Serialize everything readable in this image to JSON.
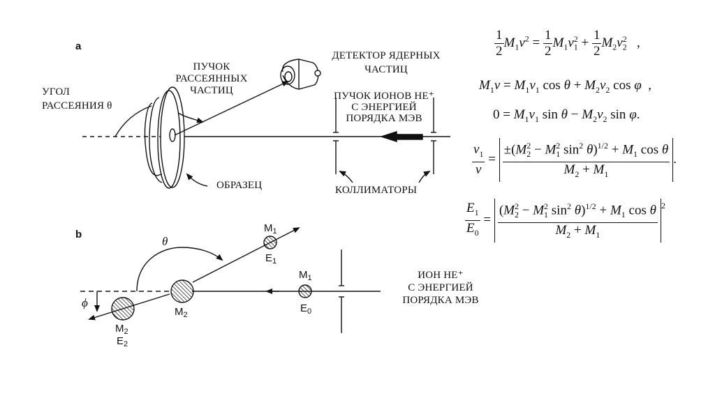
{
  "panel_a": {
    "label": "а",
    "angle_label_line1": "УГОЛ",
    "angle_label_line2": "РАССЕЯНИЯ θ",
    "scattered_beam_line1": "ПУЧОК",
    "scattered_beam_line2": "РАССЕЯННЫХ",
    "scattered_beam_line3": "ЧАСТИЦ",
    "detector_line1": "ДЕТЕКТОР ЯДЕРНЫХ",
    "detector_line2": "ЧАСТИЦ",
    "ion_beam_line1": "ПУЧОК ИОНОВ НЕ⁺",
    "ion_beam_line2": "С ЭНЕРГИЕЙ",
    "ion_beam_line3": "ПОРЯДКА МЭВ",
    "sample_label": "ОБРАЗЕЦ",
    "collimators_label": "КОЛЛИМАТОРЫ"
  },
  "panel_b": {
    "label": "b",
    "theta": "θ",
    "phi": "ϕ",
    "m1_scattered": "M",
    "m1_scattered_sub": "1",
    "e1": "E",
    "e1_sub": "1",
    "m1_incident": "M",
    "m1_incident_sub": "1",
    "e0": "E",
    "e0_sub": "0",
    "m2_target": "M",
    "m2_target_sub": "2",
    "m2_recoil": "M",
    "m2_recoil_sub": "2",
    "e2": "E",
    "e2_sub": "2",
    "ion_line1": "ИОН НЕ⁺",
    "ion_line2": "С ЭНЕРГИЕЙ",
    "ion_line3": "ПОРЯДКА МЭВ"
  },
  "equations": {
    "energy": "½M₁v² = ½M₁v₁² + ½M₂v₂² ,",
    "momentum_x": "M₁v = M₁v₁ cos θ + M₂v₂ cos φ ,",
    "momentum_y": "0 = M₁v₁ sin θ − M₂v₂ sin φ.",
    "velocity_ratio": "v₁/v = [±(M₂² − M₁² sin² θ)^{1/2} + M₁ cos θ] / (M₂ + M₁).",
    "energy_ratio": "E₁/E₀ = [((M₂² − M₁² sin² θ)^{1/2} + M₁ cos θ) / (M₂ + M₁)]²"
  }
}
